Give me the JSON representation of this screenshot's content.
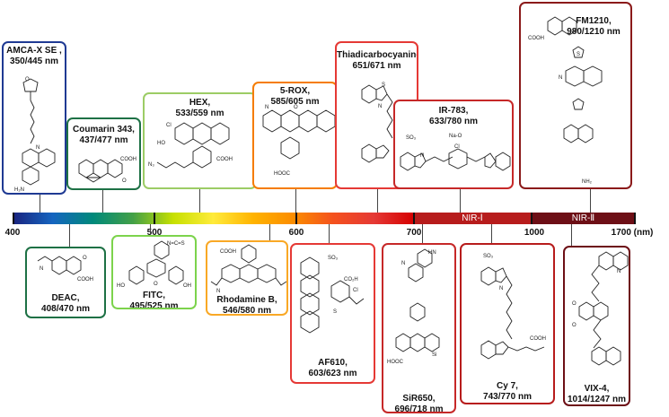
{
  "axis": {
    "ticks": [
      "400",
      "500",
      "600",
      "700",
      "1000",
      "1700 (nm)"
    ],
    "nir1": "NIR-Ⅰ",
    "nir2": "NIR-Ⅱ"
  },
  "colors": {
    "spectrum_gradient": [
      "#1a237e",
      "#1565c0",
      "#00897b",
      "#43a047",
      "#c6e000",
      "#ffeb3b",
      "#ffb300",
      "#fb8c00",
      "#f4511e",
      "#e53935",
      "#d50000"
    ],
    "nir1_band": "#b71c1c",
    "nir2_band": "#6d0f16",
    "ticks_line": "#111111"
  },
  "dyes": [
    {
      "key": "amca",
      "name": "AMCA-X SE ,",
      "wavelengths": "350/445 nm",
      "border": "#1f3a93",
      "labels": [
        "O",
        "N",
        "H₂N"
      ]
    },
    {
      "key": "coumarin343",
      "name": "Coumarin 343,",
      "wavelengths": "437/477 nm",
      "border": "#1e7145",
      "labels": [
        "COOH",
        "O"
      ]
    },
    {
      "key": "hex",
      "name": "HEX,",
      "wavelengths": "533/559 nm",
      "border": "#9ccc65",
      "labels": [
        "Cl",
        "HO",
        "COOH",
        "N₃"
      ]
    },
    {
      "key": "rox",
      "name": "5-ROX,",
      "wavelengths": "585/605 nm",
      "border": "#f57c00",
      "labels": [
        "N",
        "O",
        "HOOC"
      ]
    },
    {
      "key": "thiadicarbocyanine",
      "name": "Thiadicarbocyanine,",
      "wavelengths": "651/671 nm",
      "border": "#e53935",
      "labels": [
        "S",
        "N"
      ]
    },
    {
      "key": "ir783",
      "name": "IR-783,",
      "wavelengths": "633/780 nm",
      "border": "#c62828",
      "labels": [
        "Cl",
        "N",
        "Na-O",
        "SO₃"
      ]
    },
    {
      "key": "fm1210",
      "name": "FM1210,",
      "wavelengths": "980/1210 nm",
      "border": "#8b1a1a",
      "labels": [
        "COOH",
        "S",
        "N",
        "NH₂"
      ]
    },
    {
      "key": "deac",
      "name": "DEAC,",
      "wavelengths": "408/470 nm",
      "border": "#1e7145",
      "labels": [
        "COOH",
        "N",
        "O"
      ]
    },
    {
      "key": "fitc",
      "name": "FITC,",
      "wavelengths": "495/525 nm",
      "border": "#7cd34c",
      "labels": [
        "N=C=S",
        "HO",
        "OH",
        "O"
      ]
    },
    {
      "key": "rhodamineb",
      "name": "Rhodamine B,",
      "wavelengths": "546/580 nm",
      "border": "#f9a825",
      "labels": [
        "COOH",
        "N"
      ]
    },
    {
      "key": "af610",
      "name": "AF610,",
      "wavelengths": "603/623 nm",
      "border": "#e53935",
      "labels": [
        "SO₃",
        "Cl",
        "CO₂H",
        "S"
      ]
    },
    {
      "key": "sir650",
      "name": "SiR650,",
      "wavelengths": "696/718 nm",
      "border": "#c62828",
      "labels": [
        "HN",
        "N",
        "Si",
        "HOOC"
      ]
    },
    {
      "key": "cy7",
      "name": "Cy 7,",
      "wavelengths": "743/770 nm",
      "border": "#b71c1c",
      "labels": [
        "SO₃",
        "N",
        "COOH"
      ]
    },
    {
      "key": "vix4",
      "name": "VIX-4,",
      "wavelengths": "1014/1247 nm",
      "border": "#6d0f16",
      "labels": [
        "O",
        "N",
        "O"
      ]
    }
  ]
}
